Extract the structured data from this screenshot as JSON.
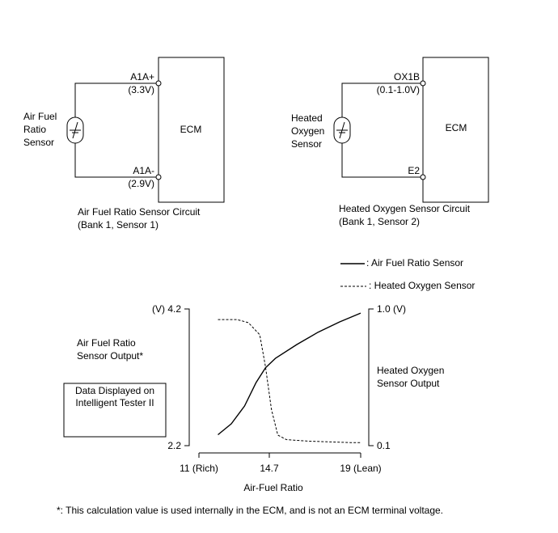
{
  "afr_circuit": {
    "sensor_label": [
      "Air Fuel",
      "Ratio",
      "Sensor"
    ],
    "ecm_label": "ECM",
    "terminal_top": "A1A+",
    "voltage_top": "(3.3V)",
    "terminal_bottom": "A1A-",
    "voltage_bottom": "(2.9V)",
    "caption": [
      "Air Fuel Ratio Sensor Circuit",
      "(Bank 1, Sensor 1)"
    ]
  },
  "ho2_circuit": {
    "sensor_label": [
      "Heated",
      "Oxygen",
      "Sensor"
    ],
    "ecm_label": "ECM",
    "terminal_top": "OX1B",
    "voltage_top": "(0.1-1.0V)",
    "terminal_bottom": "E2",
    "caption": [
      "Heated Oxygen Sensor Circuit",
      "(Bank 1, Sensor 2)"
    ]
  },
  "legend": {
    "solid": ": Air Fuel Ratio Sensor",
    "dashed": ": Heated Oxygen Sensor"
  },
  "graph_text": {
    "left_axis_title": [
      "Air Fuel Ratio",
      "Sensor Output*"
    ],
    "right_axis_title": [
      "Heated Oxygen",
      "Sensor Output"
    ],
    "tester_box": [
      "Data Displayed on",
      "Intelligent Tester II"
    ],
    "left_top_tick": "(V) 4.2",
    "left_bottom_tick": "2.2",
    "right_top_tick": "1.0 (V)",
    "right_bottom_tick": "0.1",
    "x_ticks": [
      "11 (Rich)",
      "14.7",
      "19 (Lean)"
    ],
    "xlabel": "Air-Fuel Ratio"
  },
  "chart_data": {
    "type": "line",
    "x_ticks": [
      11,
      14.7,
      19
    ],
    "xlim": [
      11,
      19
    ],
    "left_ylim": [
      2.2,
      4.2
    ],
    "right_ylim": [
      0.1,
      1.0
    ],
    "series": [
      {
        "name": "Air Fuel Ratio Sensor",
        "axis": "left",
        "style": "solid",
        "x": [
          12,
          12.7,
          13.4,
          14.0,
          14.5,
          15.0,
          16.0,
          17.0,
          18.0,
          19.0
        ],
        "y": [
          2.36,
          2.52,
          2.78,
          3.12,
          3.34,
          3.48,
          3.68,
          3.86,
          4.01,
          4.14
        ]
      },
      {
        "name": "Heated Oxygen Sensor",
        "axis": "right",
        "style": "dashed",
        "x": [
          12,
          13,
          13.6,
          14.2,
          14.5,
          14.8,
          15.1,
          15.5,
          16.5,
          17.5,
          18.5,
          19.0
        ],
        "y": [
          0.93,
          0.93,
          0.91,
          0.83,
          0.62,
          0.34,
          0.17,
          0.14,
          0.13,
          0.125,
          0.12,
          0.12
        ]
      }
    ]
  },
  "footnote": "*: This calculation value is used internally in the ECM, and is not an ECM terminal voltage."
}
